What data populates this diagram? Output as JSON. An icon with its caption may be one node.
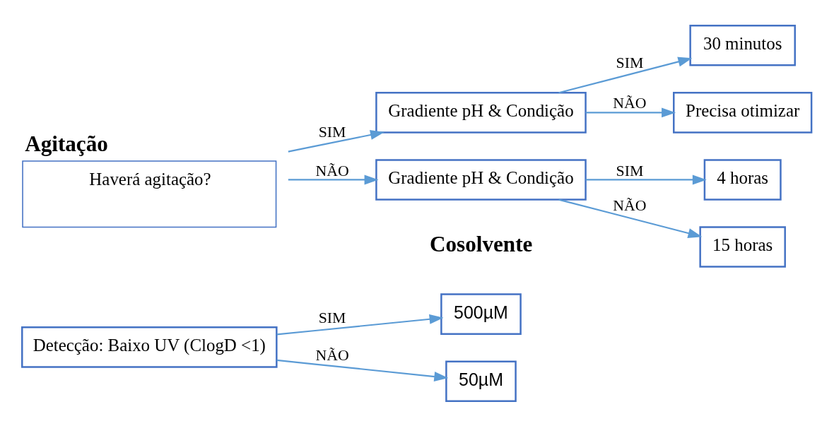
{
  "diagram": {
    "nodes": [
      {
        "text": [
          "Detecção: Baixo UV (ClogD <1)"
        ]
      },
      {
        "text": [
          "500µM"
        ]
      },
      {
        "text": [
          "50µM"
        ]
      },
      {
        "text": [
          "Agitação",
          "Haverá agitação?"
        ]
      },
      {
        "text": [
          "Gradiente pH & Condição"
        ]
      },
      {
        "text": [
          "30 minutos"
        ]
      },
      {
        "text": [
          "Precisa otimizar"
        ]
      },
      {
        "text": [
          "Gradiente pH & Condição"
        ]
      },
      {
        "text": [
          "4 horas"
        ]
      },
      {
        "text": [
          "15 horas"
        ]
      }
    ],
    "edges": [
      {
        "from": 0,
        "to": 1,
        "arrow": "to",
        "label": "SIM"
      },
      {
        "from": 0,
        "to": 2,
        "arrow": "to",
        "label": "NÃO"
      },
      {
        "from": 3,
        "to": 4,
        "arrow": "to",
        "label": "SIM"
      },
      {
        "from": 3,
        "to": 7,
        "arrow": "to",
        "label": "NÃO"
      },
      {
        "from": 4,
        "to": 5,
        "arrow": "to",
        "label": "SIM"
      },
      {
        "from": 4,
        "to": 6,
        "arrow": "to",
        "label": "NÃO"
      },
      {
        "from": 7,
        "to": 8,
        "arrow": "to",
        "label": "SIM"
      },
      {
        "from": 7,
        "to": 9,
        "arrow": "to",
        "label": "NÃO"
      }
    ],
    "labels": [
      "Cosolvente"
    ]
  }
}
